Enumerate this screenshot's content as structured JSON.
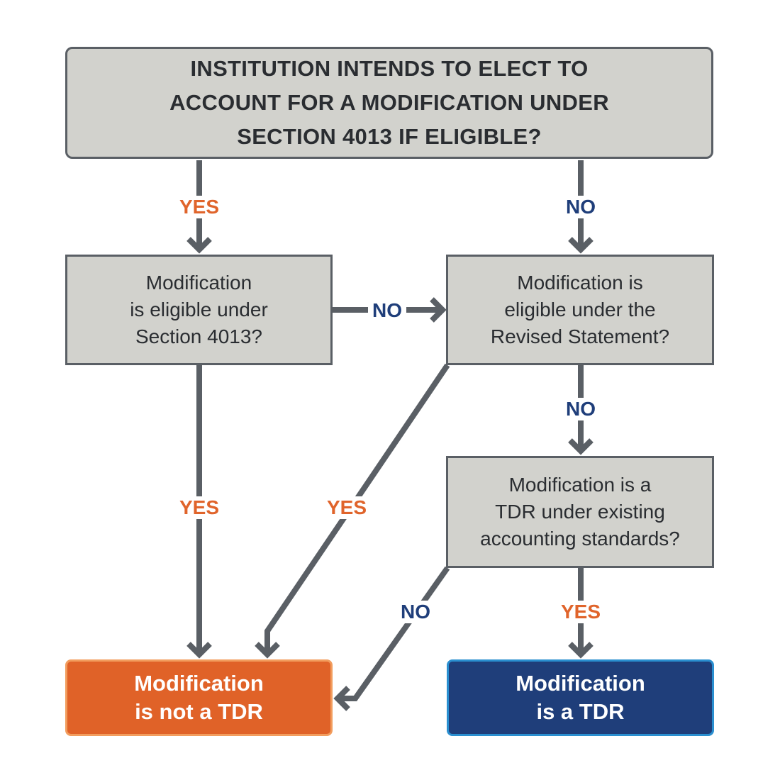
{
  "question_main": "INSTITUTION INTENDS TO ELECT TO\nACCOUNT FOR A MODIFICATION UNDER\nSECTION 4013 IF ELIGIBLE?",
  "question_section_4013": "Modification\nis eligible under\nSection 4013?",
  "question_revised_statement": "Modification is\neligible under the\nRevised Statement?",
  "question_existing_standards": "Modification is a\nTDR under existing\naccounting standards?",
  "result_not_tdr": "Modification\nis not a TDR",
  "result_is_tdr": "Modification\nis a TDR",
  "labels": {
    "main_yes": "YES",
    "main_no": "NO",
    "section_no": "NO",
    "section_yes": "YES",
    "revised_yes": "YES",
    "revised_no": "NO",
    "existing_no": "NO",
    "existing_yes": "YES"
  },
  "colors": {
    "question_fill": "#d2d2cd",
    "connector": "#5a5f65",
    "yes_label": "#e0642b",
    "no_label": "#1f3e7a",
    "not_tdr_fill": "#e06228",
    "is_tdr_fill": "#1f3e7a"
  }
}
